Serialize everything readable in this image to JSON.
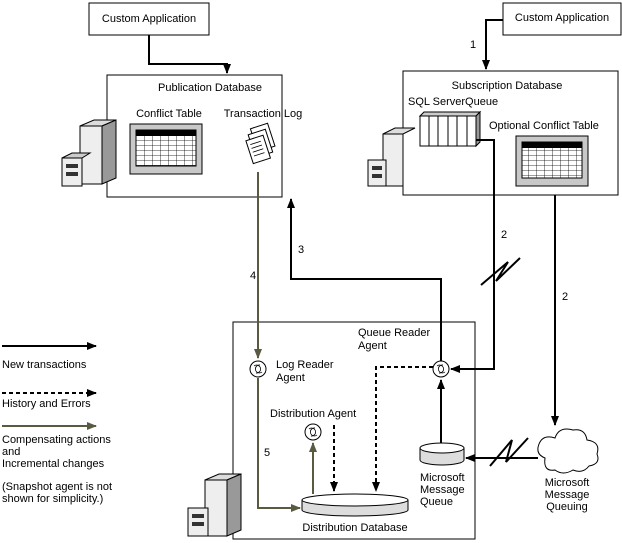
{
  "labels": {
    "custom_app_left": "Custom Application",
    "custom_app_right": "Custom Application",
    "publication_db": "Publication Database",
    "conflict_table": "Conflict Table",
    "transaction_log": "Transaction Log",
    "subscription_db": "Subscription Database",
    "sql_server_queue": "SQL ServerQueue",
    "optional_conflict_table": "Optional Conflict Table",
    "queue_reader_line1": "Queue Reader",
    "queue_reader_line2": "Agent",
    "log_reader_line1": "Log Reader",
    "log_reader_line2": "Agent",
    "distribution_agent": "Distribution Agent",
    "distribution_db": "Distribution Database",
    "msmq_line1": "Microsoft",
    "msmq_line2": "Message",
    "msmq_line3": "Queue",
    "msmq_cloud_line1": "Microsoft",
    "msmq_cloud_line2": "Message",
    "msmq_cloud_line3": "Queuing"
  },
  "steps": {
    "step1": "1",
    "step2_left": "2",
    "step2_right": "2",
    "step3": "3",
    "step4": "4",
    "step5": "5"
  },
  "legend": {
    "new_transactions": "New transactions",
    "history_errors": "History and Errors",
    "compensating_line1": "Compensating actions",
    "compensating_line2": "and",
    "compensating_line3": "Incremental changes",
    "note_line1": "(Snapshot agent is not",
    "note_line2": "shown for simplicity.)"
  },
  "colors": {
    "solid_arrow": "#000000",
    "compensating_arrow": "#5a5a40"
  }
}
